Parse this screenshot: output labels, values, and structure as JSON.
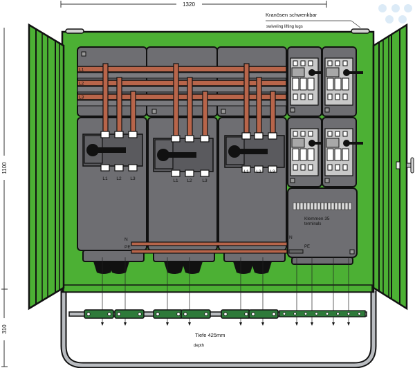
{
  "dimensions": {
    "width_label": "1320",
    "height_label": "1100",
    "base_height_label": "310"
  },
  "annotations": {
    "lifting_lugs_de": "Kranösen schwenkbar",
    "lifting_lugs_en": "swiveling lifting lugs",
    "terminals_de": "Klemmen 35",
    "terminals_en": "terminals",
    "depth_de": "Tiefe 425mm",
    "depth_en": "depth"
  },
  "busbars": {
    "labels": [
      "L1",
      "L2",
      "L3"
    ],
    "neutral_label": "N",
    "earth_label": "PE"
  },
  "switch_disconnectors": [
    {
      "poles": [
        "L1",
        "L2",
        "L3"
      ]
    },
    {
      "poles": [
        "L1",
        "L2",
        "L3"
      ]
    },
    {
      "poles": [
        "L1",
        "L2",
        "L3"
      ]
    }
  ],
  "rcd_units_count": 4,
  "colors": {
    "enclosure_green": "#4cb034",
    "panel_grey": "#6e6e72",
    "copper": "#b8654a",
    "outline": "#111111",
    "base_frame": "#b9bcc0",
    "socket_rail": "#2e7a3a"
  }
}
